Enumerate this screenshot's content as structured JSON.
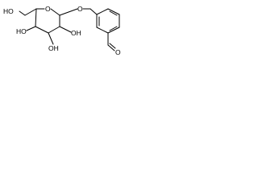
{
  "structure": {
    "atoms": {
      "ring_oxygen": "O",
      "glycosidic_oxygen": "O",
      "aldehyde_oxygen": "O",
      "hydroxymethyl": "HO",
      "oh_c4": "HO",
      "oh_c3": "OH",
      "oh_c2": "OH"
    }
  }
}
